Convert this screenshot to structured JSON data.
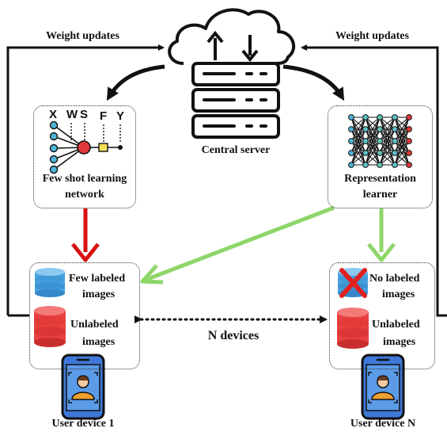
{
  "diagram": {
    "weight_updates_left": "Weight updates",
    "weight_updates_right": "Weight updates",
    "central_server": "Central server",
    "few_shot": {
      "line1": "Few shot learning",
      "line2": "network",
      "letters": [
        "X",
        "W",
        "S",
        "F",
        "Y"
      ]
    },
    "representation": {
      "line1": "Representation",
      "line2": "learner"
    },
    "device1": {
      "labeled_line1": "Few labeled",
      "labeled_line2": "images",
      "unlabeled_line1": "Unlabeled",
      "unlabeled_line2": "images",
      "caption": "User device 1"
    },
    "deviceN": {
      "labeled_line1": "No labeled",
      "labeled_line2": "images",
      "unlabeled_line1": "Unlabeled",
      "unlabeled_line2": "images",
      "caption": "User device N"
    },
    "n_devices": "N devices",
    "colors": {
      "red_arrow": "#d81010",
      "green_arrow": "#8ed66a",
      "db_blue": "#4aa3e0",
      "db_red": "#e8413f",
      "phone": "#3f78d8"
    }
  }
}
